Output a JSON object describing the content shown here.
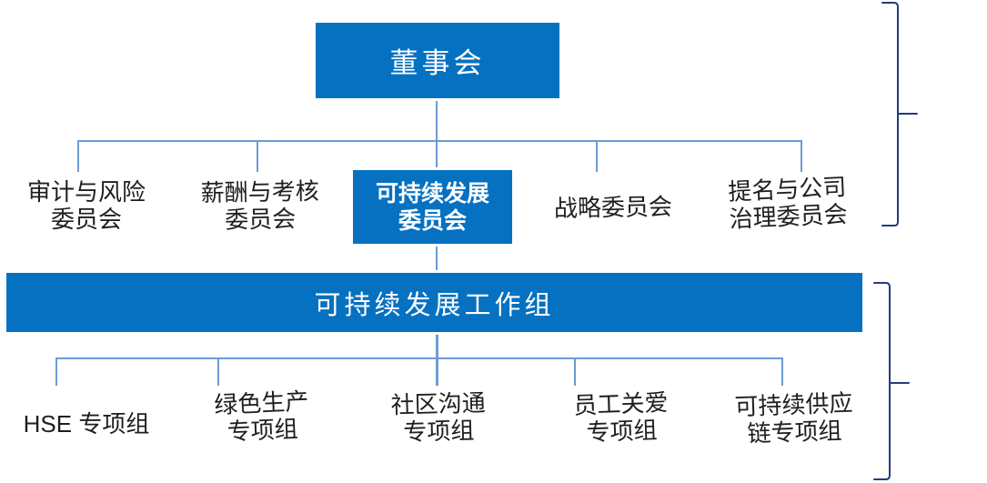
{
  "palette": {
    "box_blue": "#0571C0",
    "connector": "#6C9BD3",
    "brace": "#1F3E78",
    "text_dark": "#1F1F1F",
    "box_text": "#FFFFFF"
  },
  "org_chart": {
    "board": {
      "label": "董事会"
    },
    "committees": [
      {
        "lines": [
          "审计与风险",
          "委员会"
        ]
      },
      {
        "lines": [
          "薪酬与考核",
          "委员会"
        ]
      },
      {
        "lines": [
          "可持续发展",
          "委员会"
        ]
      },
      {
        "lines": [
          "战略委员会"
        ]
      },
      {
        "lines": [
          "提名与公司",
          "治理委员会"
        ]
      }
    ],
    "working_group": {
      "label": "可持续发展工作组"
    },
    "task_groups": [
      {
        "lines": [
          "HSE 专项组"
        ]
      },
      {
        "lines": [
          "绿色生产",
          "专项组"
        ]
      },
      {
        "lines": [
          "社区沟通",
          "专项组"
        ]
      },
      {
        "lines": [
          "员工关爱",
          "专项组"
        ]
      },
      {
        "lines": [
          "可持续供应",
          "链专项组"
        ]
      }
    ]
  }
}
